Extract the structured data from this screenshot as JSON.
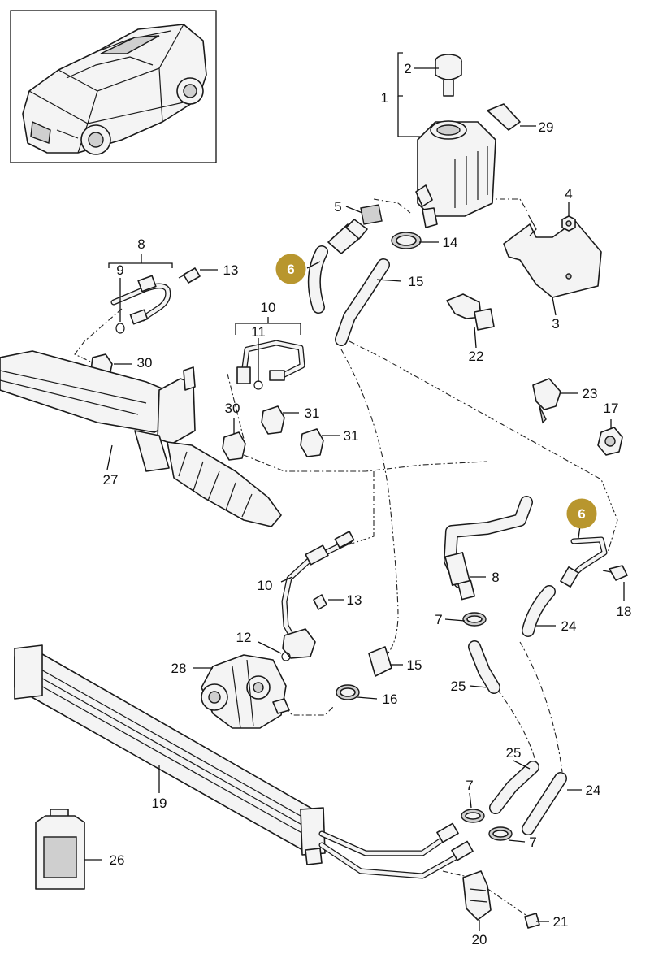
{
  "labels": {
    "l1": "1",
    "l2": "2",
    "l3": "3",
    "l4": "4",
    "l5": "5",
    "l6a": "6",
    "l6b": "6",
    "l7a": "7",
    "l7b": "7",
    "l7c": "7",
    "l8a": "8",
    "l8b": "8",
    "l9": "9",
    "l10a": "10",
    "l10b": "10",
    "l11": "11",
    "l12": "12",
    "l13a": "13",
    "l13b": "13",
    "l14": "14",
    "l15a": "15",
    "l15b": "15",
    "l16": "16",
    "l17": "17",
    "l18": "18",
    "l19": "19",
    "l20": "20",
    "l21": "21",
    "l22": "22",
    "l23": "23",
    "l24a": "24",
    "l24b": "24",
    "l25a": "25",
    "l25b": "25",
    "l26": "26",
    "l27": "27",
    "l28": "28",
    "l29": "29",
    "l30a": "30",
    "l30b": "30",
    "l31a": "31",
    "l31b": "31"
  },
  "highlight_color": "#b8962e"
}
